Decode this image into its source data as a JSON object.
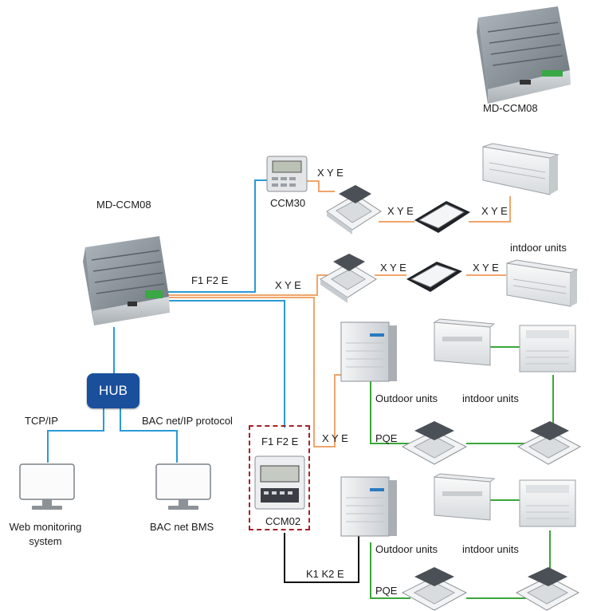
{
  "devices": {
    "gateway_top": "MD-CCM08",
    "gateway_main": "MD-CCM08",
    "central_controller": "CCM30",
    "wired_controller": "CCM02",
    "hub": "HUB"
  },
  "bus_labels": {
    "f1f2e_top": "F1 F2 E",
    "f1f2e_box": "F1 F2 E",
    "xye_ccm30": "X Y E",
    "xye_row1_mid": "X Y E",
    "xye_row1_right": "X Y E",
    "xye_gateway": "X Y E",
    "xye_row2_mid": "X Y E",
    "xye_row2_right": "X Y E",
    "xye_lower": "X Y E",
    "pqe_1": "PQE",
    "pqe_2": "PQE",
    "k1k2e": "K1 K2 E"
  },
  "network": {
    "tcpip": "TCP/IP",
    "bacnet_protocol": "BAC net/IP protocol",
    "web_monitoring_line1": "Web monitoring",
    "web_monitoring_line2": "system",
    "bacnet_bms": "BAC net BMS"
  },
  "unit_labels": {
    "indoor_row2": "intdoor units",
    "outdoor_1": "Outdoor units",
    "indoor_1": "intdoor units",
    "outdoor_2": "Outdoor units",
    "indoor_2": "intdoor units"
  },
  "colors": {
    "blue_link": "#2a9ad6",
    "orange_xye": "#f0a56a",
    "green_pqe": "#3aa63a",
    "black_k1k2e": "#111111",
    "hub": "#1a4f9c",
    "dashed_box": "#a4222a"
  }
}
